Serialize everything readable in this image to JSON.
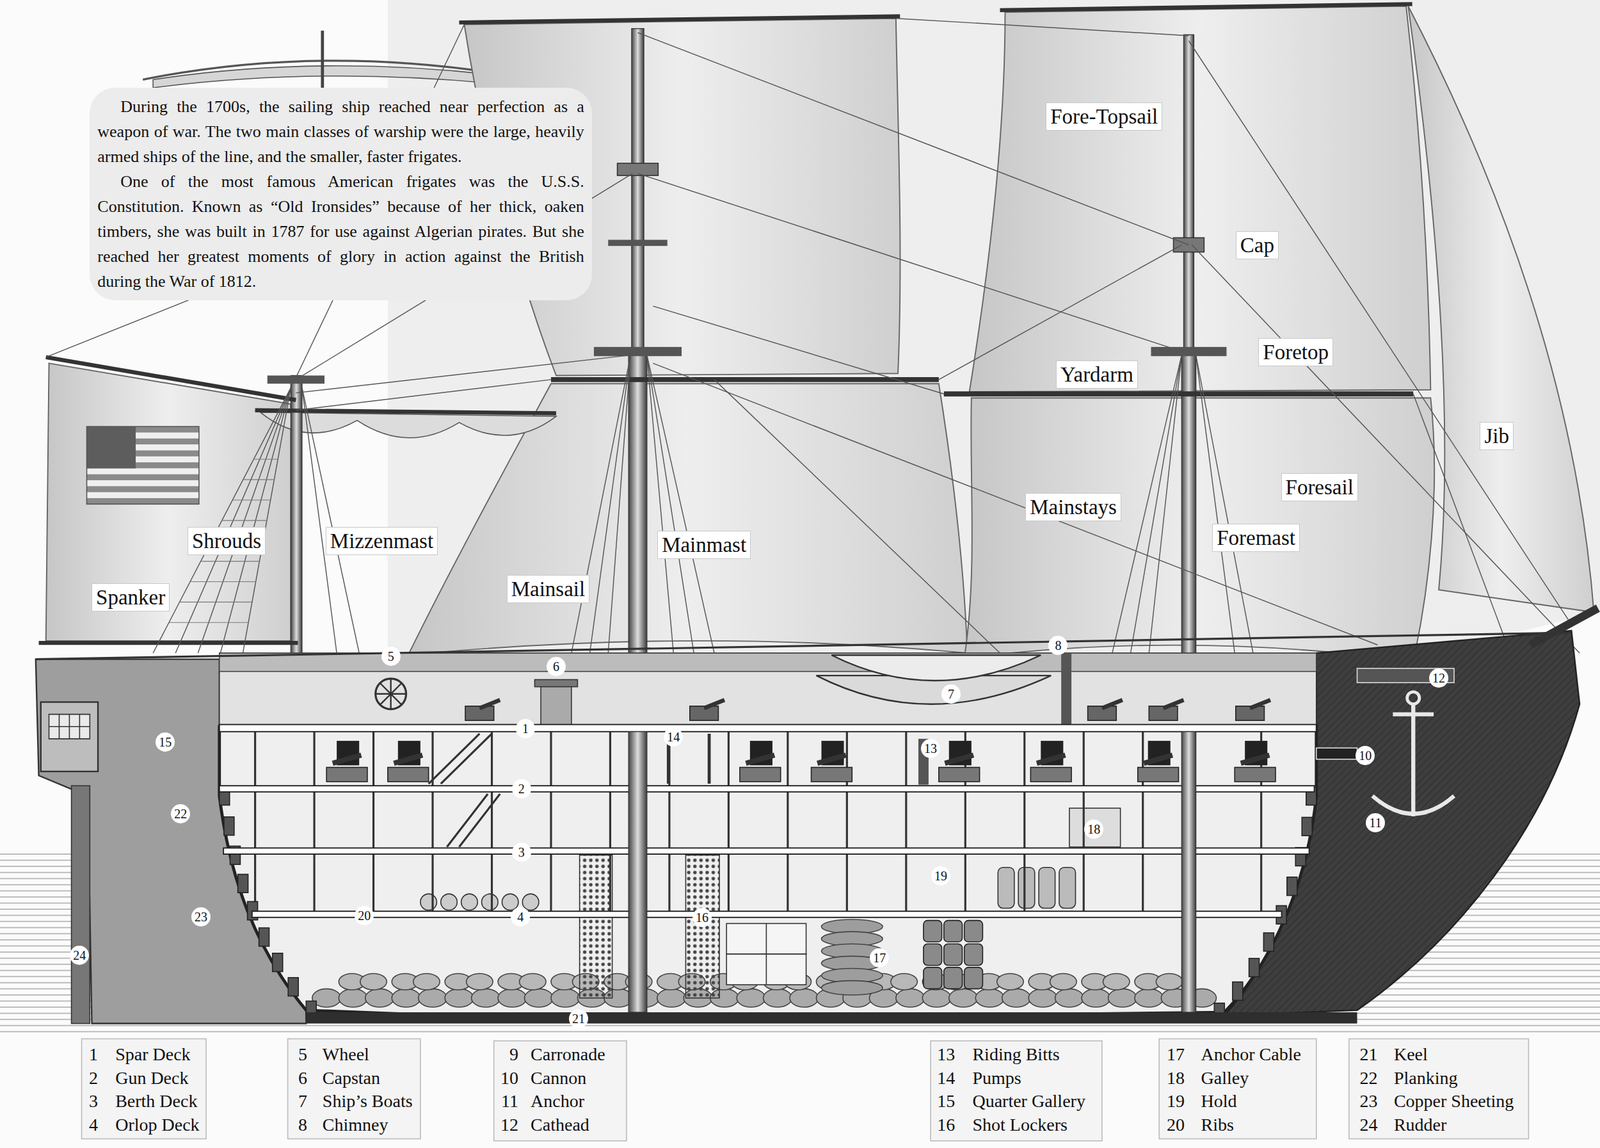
{
  "diagram": {
    "nodes": [
      {
        "text": [
          "During the 1700s, the sailing ship reached near perfection as a weapon of war. The two main classes of warship were the large, heavily armed ships of the line, and the smaller, faster frigates.",
          "One of the most famous American frigates was the U.S.S. Constitution. Known as “Old Ironsides” because of her thick, oaken timbers, she was built in 1787 for use against Algerian pirates. But she reached her greatest moments of glory in action against the British during the War of 1812."
        ]
      }
    ],
    "labels": [
      "Fore-Topsail",
      "Cap",
      "Foretop",
      "Yardarm",
      "Jib",
      "Foresail",
      "Mainstays",
      "Foremast",
      "Mainmast",
      "Mizzenmast",
      "Shrouds",
      "Spanker",
      "Mainsail",
      "5",
      "6",
      "8",
      "12",
      "7",
      "1",
      "14",
      "15",
      "13",
      "10",
      "2",
      "22",
      "11",
      "18",
      "3",
      "19",
      "20",
      "4",
      "16",
      "23",
      "17",
      "24",
      "21",
      "1",
      "Spar Deck",
      "2",
      "Gun Deck",
      "3",
      "Berth Deck",
      "4",
      "Orlop Deck",
      "5",
      "Wheel",
      "6",
      "Capstan",
      "7",
      "Ship’s Boats",
      "8",
      "Chimney",
      "9",
      "Carronade",
      "10",
      "Cannon",
      "11",
      "Anchor",
      "12",
      "Cathead",
      "13",
      "Riding Bitts",
      "14",
      "Pumps",
      "15",
      "Quarter Gallery",
      "16",
      "Shot Lockers",
      "17",
      "Anchor Cable",
      "18",
      "Galley",
      "19",
      "Hold",
      "20",
      "Ribs",
      "21",
      "Keel",
      "22",
      "Planking",
      "23",
      "Copper Sheeting",
      "24",
      "Rudder"
    ]
  }
}
